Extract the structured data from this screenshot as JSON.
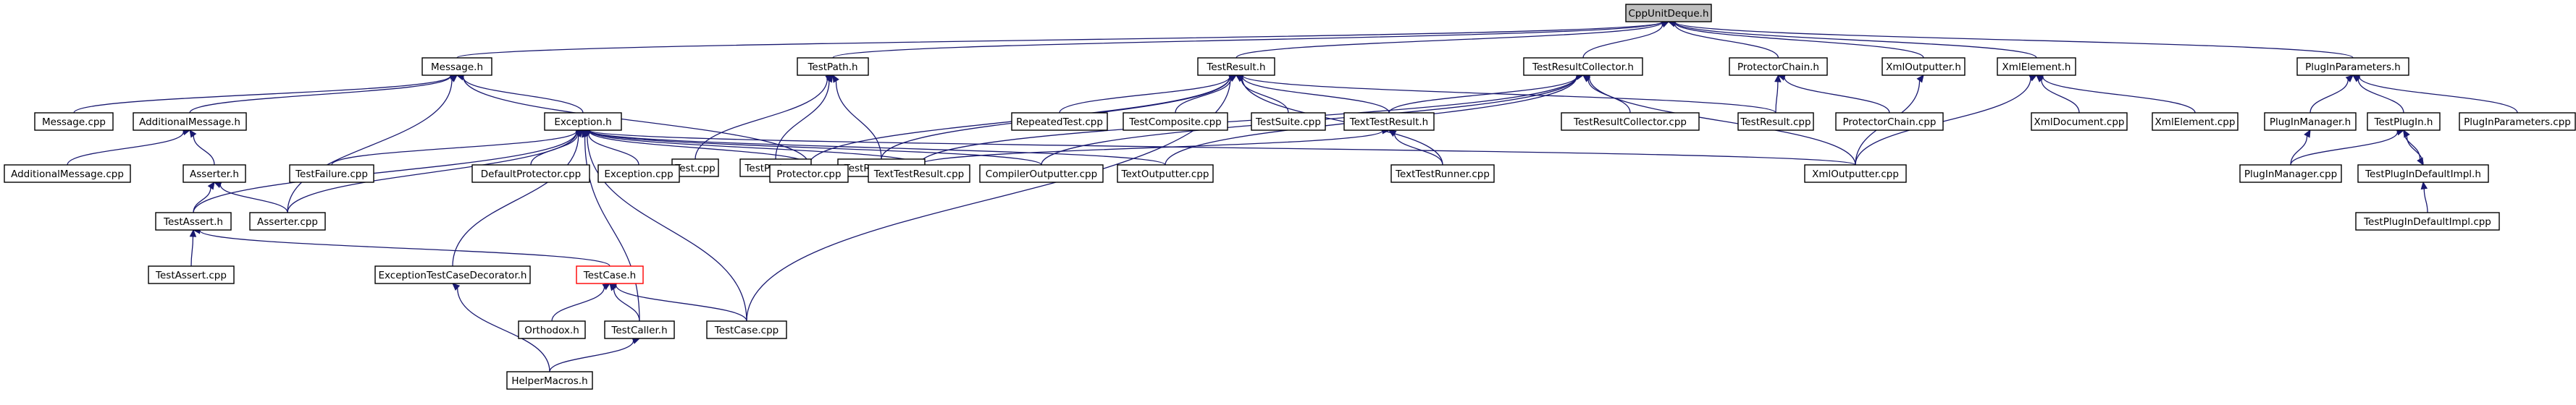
{
  "diagram": {
    "kind": "include-dependency-graph",
    "root": "CppUnitDeque.h",
    "colors": {
      "edge": "#191970",
      "node_border": "#000000",
      "root_fill": "#bfbfbf",
      "highlight_border": "#ff0000",
      "background": "#ffffff"
    },
    "nodes": [
      {
        "id": "cppunitdeque",
        "label": "CppUnitDeque.h",
        "style": "root"
      },
      {
        "id": "message_h",
        "label": "Message.h"
      },
      {
        "id": "testpath_h",
        "label": "TestPath.h"
      },
      {
        "id": "testresult_h",
        "label": "TestResult.h"
      },
      {
        "id": "testresultcollector_h",
        "label": "TestResultCollector.h"
      },
      {
        "id": "protectorchain_h",
        "label": "ProtectorChain.h"
      },
      {
        "id": "xmloutputter_h",
        "label": "XmlOutputter.h"
      },
      {
        "id": "xmlelement_h",
        "label": "XmlElement.h"
      },
      {
        "id": "pluginparameters_h",
        "label": "PlugInParameters.h"
      },
      {
        "id": "message_cpp",
        "label": "Message.cpp"
      },
      {
        "id": "additionalmessage_h",
        "label": "AdditionalMessage.h"
      },
      {
        "id": "exception_h",
        "label": "Exception.h"
      },
      {
        "id": "test_cpp",
        "label": "Test.cpp"
      },
      {
        "id": "testpath_cpp",
        "label": "TestPath.cpp"
      },
      {
        "id": "testrunner_cpp",
        "label": "TestRunner.cpp"
      },
      {
        "id": "repeatedtest_cpp",
        "label": "RepeatedTest.cpp"
      },
      {
        "id": "testcomposite_cpp",
        "label": "TestComposite.cpp"
      },
      {
        "id": "testsuite_cpp",
        "label": "TestSuite.cpp"
      },
      {
        "id": "texttestresult_h",
        "label": "TextTestResult.h"
      },
      {
        "id": "testresultcollector_cpp",
        "label": "TestResultCollector.cpp"
      },
      {
        "id": "testresult_cpp",
        "label": "TestResult.cpp"
      },
      {
        "id": "protectorchain_cpp",
        "label": "ProtectorChain.cpp"
      },
      {
        "id": "xmldocument_cpp",
        "label": "XmlDocument.cpp"
      },
      {
        "id": "xmlelement_cpp",
        "label": "XmlElement.cpp"
      },
      {
        "id": "pluginmanager_h",
        "label": "PlugInManager.h"
      },
      {
        "id": "testplugin_h",
        "label": "TestPlugIn.h"
      },
      {
        "id": "pluginparameters_cpp",
        "label": "PlugInParameters.cpp"
      },
      {
        "id": "additionalmessage_cpp",
        "label": "AdditionalMessage.cpp"
      },
      {
        "id": "asserter_h",
        "label": "Asserter.h"
      },
      {
        "id": "testfailure_cpp",
        "label": "TestFailure.cpp"
      },
      {
        "id": "defaultprotector_cpp",
        "label": "DefaultProtector.cpp"
      },
      {
        "id": "exception_cpp",
        "label": "Exception.cpp"
      },
      {
        "id": "protector_cpp",
        "label": "Protector.cpp"
      },
      {
        "id": "texttestresult_cpp",
        "label": "TextTestResult.cpp"
      },
      {
        "id": "compileroutputter_cpp",
        "label": "CompilerOutputter.cpp"
      },
      {
        "id": "textoutputter_cpp",
        "label": "TextOutputter.cpp"
      },
      {
        "id": "texttestrunner_cpp",
        "label": "TextTestRunner.cpp"
      },
      {
        "id": "xmloutputter_cpp",
        "label": "XmlOutputter.cpp"
      },
      {
        "id": "pluginmanager_cpp",
        "label": "PlugInManager.cpp"
      },
      {
        "id": "testplugindefaultimpl_h",
        "label": "TestPlugInDefaultImpl.h"
      },
      {
        "id": "testassert_h",
        "label": "TestAssert.h"
      },
      {
        "id": "asserter_cpp",
        "label": "Asserter.cpp"
      },
      {
        "id": "testplugindefaultimpl_cpp",
        "label": "TestPlugInDefaultImpl.cpp"
      },
      {
        "id": "testassert_cpp",
        "label": "TestAssert.cpp"
      },
      {
        "id": "exceptiontestcasedecorator_h",
        "label": "ExceptionTestCaseDecorator.h"
      },
      {
        "id": "testcase_h",
        "label": "TestCase.h",
        "style": "highlight"
      },
      {
        "id": "orthodox_h",
        "label": "Orthodox.h"
      },
      {
        "id": "testcaller_h",
        "label": "TestCaller.h"
      },
      {
        "id": "testcase_cpp",
        "label": "TestCase.cpp"
      },
      {
        "id": "helpermacros_h",
        "label": "HelperMacros.h"
      }
    ],
    "edges": [
      [
        "cppunitdeque",
        "message_h"
      ],
      [
        "cppunitdeque",
        "testpath_h"
      ],
      [
        "cppunitdeque",
        "testresult_h"
      ],
      [
        "cppunitdeque",
        "testresultcollector_h"
      ],
      [
        "cppunitdeque",
        "protectorchain_h"
      ],
      [
        "cppunitdeque",
        "xmloutputter_h"
      ],
      [
        "cppunitdeque",
        "xmlelement_h"
      ],
      [
        "cppunitdeque",
        "pluginparameters_h"
      ],
      [
        "message_h",
        "message_cpp"
      ],
      [
        "message_h",
        "additionalmessage_h"
      ],
      [
        "message_h",
        "exception_h"
      ],
      [
        "message_h",
        "asserter_cpp"
      ],
      [
        "message_h",
        "protector_cpp"
      ],
      [
        "additionalmessage_h",
        "additionalmessage_cpp"
      ],
      [
        "additionalmessage_h",
        "asserter_h"
      ],
      [
        "testpath_h",
        "test_cpp"
      ],
      [
        "testpath_h",
        "testpath_cpp"
      ],
      [
        "testpath_h",
        "testrunner_cpp"
      ],
      [
        "testresult_h",
        "testrunner_cpp"
      ],
      [
        "testresult_h",
        "repeatedtest_cpp"
      ],
      [
        "testresult_h",
        "testcomposite_cpp"
      ],
      [
        "testresult_h",
        "testsuite_cpp"
      ],
      [
        "testresult_h",
        "texttestresult_h"
      ],
      [
        "testresult_h",
        "testresult_cpp"
      ],
      [
        "testresult_h",
        "texttestrunner_cpp"
      ],
      [
        "testresult_h",
        "protector_cpp"
      ],
      [
        "testresult_h",
        "testcase_cpp"
      ],
      [
        "testresultcollector_h",
        "testresultcollector_cpp"
      ],
      [
        "testresultcollector_h",
        "xmloutputter_cpp"
      ],
      [
        "testresultcollector_h",
        "compileroutputter_cpp"
      ],
      [
        "testresultcollector_h",
        "textoutputter_cpp"
      ],
      [
        "testresultcollector_h",
        "texttestresult_cpp"
      ],
      [
        "testresultcollector_h",
        "texttestresult_h"
      ],
      [
        "protectorchain_h",
        "testresult_cpp"
      ],
      [
        "protectorchain_h",
        "protectorchain_cpp"
      ],
      [
        "xmloutputter_h",
        "xmloutputter_cpp"
      ],
      [
        "xmlelement_h",
        "xmldocument_cpp"
      ],
      [
        "xmlelement_h",
        "xmlelement_cpp"
      ],
      [
        "xmlelement_h",
        "xmloutputter_cpp"
      ],
      [
        "pluginparameters_h",
        "pluginmanager_h"
      ],
      [
        "pluginparameters_h",
        "testplugin_h"
      ],
      [
        "pluginparameters_h",
        "pluginparameters_cpp"
      ],
      [
        "pluginmanager_h",
        "pluginmanager_cpp"
      ],
      [
        "testplugin_h",
        "pluginmanager_cpp"
      ],
      [
        "testplugin_h",
        "testplugindefaultimpl_h"
      ],
      [
        "testplugindefaultimpl_h",
        "testplugin_h"
      ],
      [
        "testplugindefaultimpl_h",
        "testplugindefaultimpl_cpp"
      ],
      [
        "exception_h",
        "testfailure_cpp"
      ],
      [
        "exception_h",
        "defaultprotector_cpp"
      ],
      [
        "exception_h",
        "exception_cpp"
      ],
      [
        "exception_h",
        "protector_cpp"
      ],
      [
        "exception_h",
        "texttestresult_cpp"
      ],
      [
        "exception_h",
        "compileroutputter_cpp"
      ],
      [
        "exception_h",
        "textoutputter_cpp"
      ],
      [
        "exception_h",
        "xmloutputter_cpp"
      ],
      [
        "exception_h",
        "asserter_cpp"
      ],
      [
        "exception_h",
        "testassert_h"
      ],
      [
        "exception_h",
        "exceptiontestcasedecorator_h"
      ],
      [
        "exception_h",
        "testcaller_h"
      ],
      [
        "exception_h",
        "testcase_cpp"
      ],
      [
        "texttestresult_h",
        "texttestresult_cpp"
      ],
      [
        "texttestresult_h",
        "texttestrunner_cpp"
      ],
      [
        "asserter_h",
        "testassert_h"
      ],
      [
        "asserter_h",
        "asserter_cpp"
      ],
      [
        "testassert_h",
        "testassert_cpp"
      ],
      [
        "testassert_h",
        "testcase_h"
      ],
      [
        "exceptiontestcasedecorator_h",
        "helpermacros_h"
      ],
      [
        "testcase_h",
        "orthodox_h"
      ],
      [
        "testcase_h",
        "testcaller_h"
      ],
      [
        "testcase_h",
        "testcase_cpp"
      ],
      [
        "testcaller_h",
        "helpermacros_h"
      ]
    ]
  }
}
